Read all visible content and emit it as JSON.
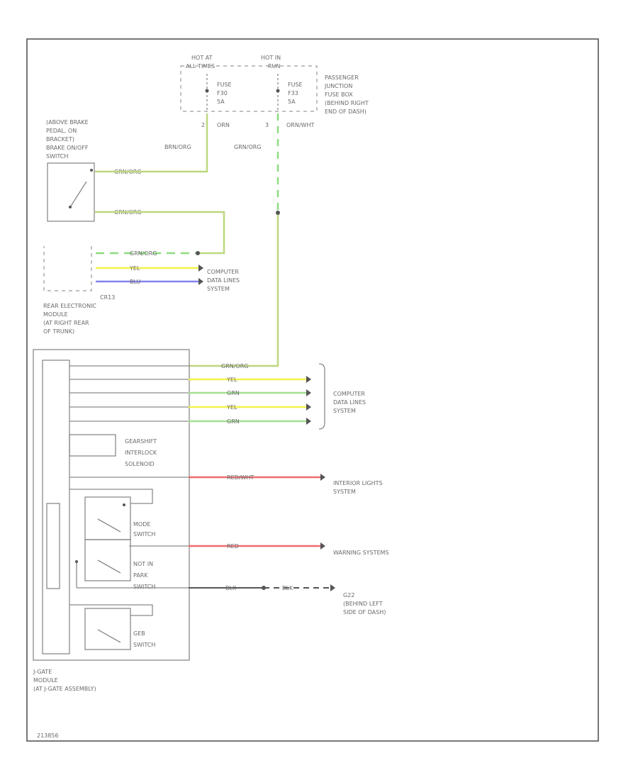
{
  "fuse_box": {
    "hot_at_left": "HOT AT",
    "hot_at_sub_left": "ALL TIMES",
    "hot_at_right": "HOT IN",
    "hot_at_sub_right": "RUN",
    "fuse_left": [
      "FUSE",
      "F30",
      "5A"
    ],
    "fuse_right": [
      "FUSE",
      "F33",
      "5A"
    ],
    "label": [
      "PASSENGER",
      "JUNCTION",
      "FUSE BOX",
      "(BEHIND RIGHT",
      "END OF DASH)"
    ]
  },
  "fuse_outputs": {
    "left_pin": "2",
    "left_color": "ORN",
    "right_pin": "3",
    "right_color": "ORN/WHT"
  },
  "brake_switch": {
    "label": [
      "(ABOVE BRAKE",
      "PEDAL, ON",
      "BRACKET)",
      "BRAKE ON/OFF",
      "SWITCH"
    ],
    "wire_top": "GRN/ORG",
    "wire_bottom": "GRN/ORG",
    "wire_left_vert": "BRN/ORG",
    "wire_right_vert": "GRN/ORG"
  },
  "rear_module": {
    "connector": "CR13",
    "label": [
      "REAR ELECTRONIC",
      "MODULE",
      "(AT RIGHT REAR",
      "OF TRUNK)"
    ],
    "wires": [
      "GRN/ORG",
      "YEL",
      "BLU"
    ],
    "dest": [
      "COMPUTER",
      "DATA LINES",
      "SYSTEM"
    ]
  },
  "jgate": {
    "label": [
      "J-GATE",
      "MODULE",
      "(AT J-GATE ASSEMBLY)"
    ],
    "wire_top": "GRN/ORG",
    "data_wires": [
      "YEL",
      "GRN",
      "YEL",
      "GRN"
    ],
    "data_dest": [
      "COMPUTER",
      "DATA LINES",
      "SYSTEM"
    ],
    "solenoid": [
      "GEARSHIFT",
      "INTERLOCK",
      "SOLENOID"
    ],
    "lights_wire": "RED/WHT",
    "lights_dest": [
      "INTERIOR LIGHTS",
      "SYSTEM"
    ],
    "mode_switch": [
      "MODE",
      "SWITCH"
    ],
    "warning_wire": "RED",
    "warning_dest": "WARNING SYSTEMS",
    "notin_switch": [
      "NOT IN",
      "PARK",
      "SWITCH"
    ],
    "ground_wire_1": "BLK",
    "ground_wire_2": "BLK",
    "ground_dest": [
      "G22",
      "(BEHIND LEFT",
      "SIDE OF DASH)"
    ],
    "geb_switch": [
      "GEB",
      "SWITCH"
    ]
  },
  "footer_code": "213856",
  "colors": {
    "green_org": "#bcd87e",
    "green_dash": "#8edb80",
    "yellow": "#f2f24c",
    "green": "#a3e08f",
    "blue": "#8383ee",
    "red": "#ee6c6c",
    "black": "#555555"
  }
}
